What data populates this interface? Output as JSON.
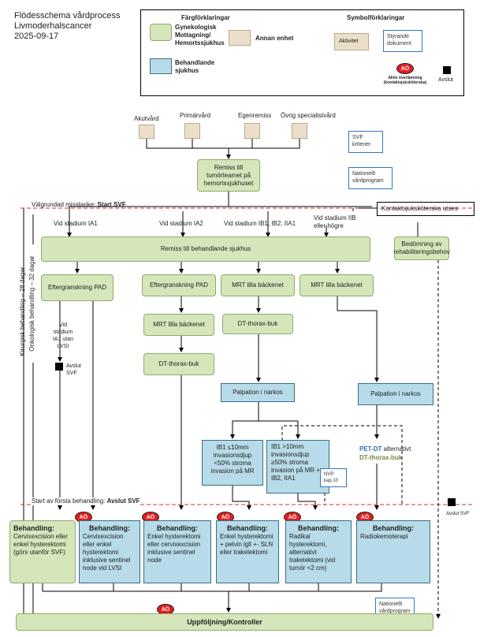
{
  "header": {
    "line1": "Flödesschema vårdprocess",
    "line2": "Livmoderhalscancer",
    "line3": "2025-09-17"
  },
  "legend": {
    "color_title": "Färgförklaringar",
    "symbol_title": "Symbolförklaringar",
    "green_label": "Gynekologisk Mottagning/ Hemortssjukhus",
    "other_label": "Annan enhet",
    "blue_label": "Behandlande sjukhus",
    "activity_label": "Aktivitet",
    "doc_label": "Styrande dokument",
    "ao_label": "AÖ",
    "ao_desc": "Aktiv överlämning (kontaktsjuksköterska)",
    "stop_label": "Avslut"
  },
  "sources": [
    "Akutvård",
    "Primärvård",
    "Egenremiss",
    "Övrig specialistvård"
  ],
  "referral": "Remiss till tumörteamet på hemortssjukhuset",
  "docs": {
    "svf": "SVF kriterier",
    "nvp": "Nationellt vårdprogram",
    "nvp10": "NVP kap.10",
    "nvp_bottom": "Nationellt vårdprogram"
  },
  "start_svf_prefix": "Välgrundad misstanke: ",
  "start_svf": "Start SVF",
  "contact_nurse": "Kontaktsjuksköterska utses",
  "stages": [
    "Vid stadium IA1",
    "Vid stadium IA2",
    "Vid stadium IB1, IB2, IIA1",
    "Vid stadium IIB eller högre"
  ],
  "remiss_treat": "Remiss till behandlande sjukhus",
  "rehab": "Bedömning av rehabiliteringsbehov",
  "col1": {
    "step1": "Eftergranskning PAD",
    "note": "Vid stadium IA1 utan LVSI",
    "avslut": "Avslut SVF"
  },
  "col2": {
    "step1": "Eftergranskning PAD",
    "step2": "MRT lilla bäckenet",
    "step3": "DT-thorax-buk"
  },
  "col3": {
    "step1": "MRT lilla bäckenet",
    "step2": "DT-thorax-buk",
    "step3": "Palpation i narkos"
  },
  "col4": {
    "step1": "MRT lilla bäckenet",
    "step2": "Palpation i narkos"
  },
  "branch_a": "IB1 ≤10mm invasionsdjup <50% stroma invasion på MR",
  "branch_b": "IB1 >10mm invasionsdjup ≥50% stroma invasion på MR + IB2, IIA1",
  "petdt": {
    "a": "PET-DT",
    "b": " alternativt",
    "c": "DT-thorax-buk"
  },
  "lanes": {
    "kirurgisk": "Kirurgisk behandling – 28 dagar",
    "onkologisk": "Onkologisk behandling – 32 dagar"
  },
  "end_svf_prefix": "Start av första behandling: ",
  "end_svf": "Avslut SVF",
  "avslut_svf_right": "Avslut SVF",
  "treatments": [
    {
      "title": "Behandling:",
      "body": "Cervixexcision eller enkel hysterektomi (görs utanför SVF)"
    },
    {
      "title": "Behandling:",
      "body": "Cervixexcision eller enkel hysterektomi inklusive sentinel node vid LVSI"
    },
    {
      "title": "Behandling:",
      "body": "Enkel hysterektomi eller cervixexcision inklusive sentinel node"
    },
    {
      "title": "Behandling:",
      "body": "Enkel hysterektomi + pelvin lgll +- SLN eller trakelektomi"
    },
    {
      "title": "Behandling:",
      "body": "Radikal hysterektomi, alternativt trakelektomi (vid tumör <2 cm)"
    },
    {
      "title": "Behandling:",
      "body": "Radiokemoterapi"
    }
  ],
  "followup": "Uppföljning/Kontroller",
  "ao": "AÖ"
}
